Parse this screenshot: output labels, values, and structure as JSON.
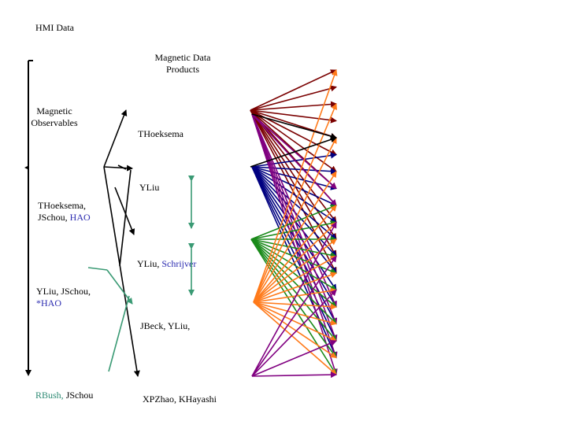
{
  "title": "HMI Data",
  "products_heading_line1": "Magnetic Data",
  "products_heading_line2": "Products",
  "observables_line1": "Magnetic",
  "observables_line2": "Observables",
  "team_observables_1_line1": "THoeksema,",
  "team_observables_1_name": "JSchou,",
  "team_observables_1_org": "HAO",
  "team_observables_2_line1": "YLiu, JSchou,",
  "team_observables_2_org": "*HAO",
  "team_bottom_left_name1": "RBush,",
  "team_bottom_left_name2": "JSchou",
  "product_lead_1": "THoeksema",
  "product_lead_2": "YLiu",
  "product_lead_3_name1": "YLiu,",
  "product_lead_3_name2": "Schrijver",
  "product_lead_4": "JBeck, YLiu,",
  "product_lead_5": "XPZhao, KHayashi",
  "colors": {
    "dark_red": "#7a0000",
    "navy": "#000080",
    "purple": "#800080",
    "green": "#1a8a1a",
    "orange": "#ff7a1a",
    "teal": "#3a9a74",
    "black": "#000000"
  }
}
